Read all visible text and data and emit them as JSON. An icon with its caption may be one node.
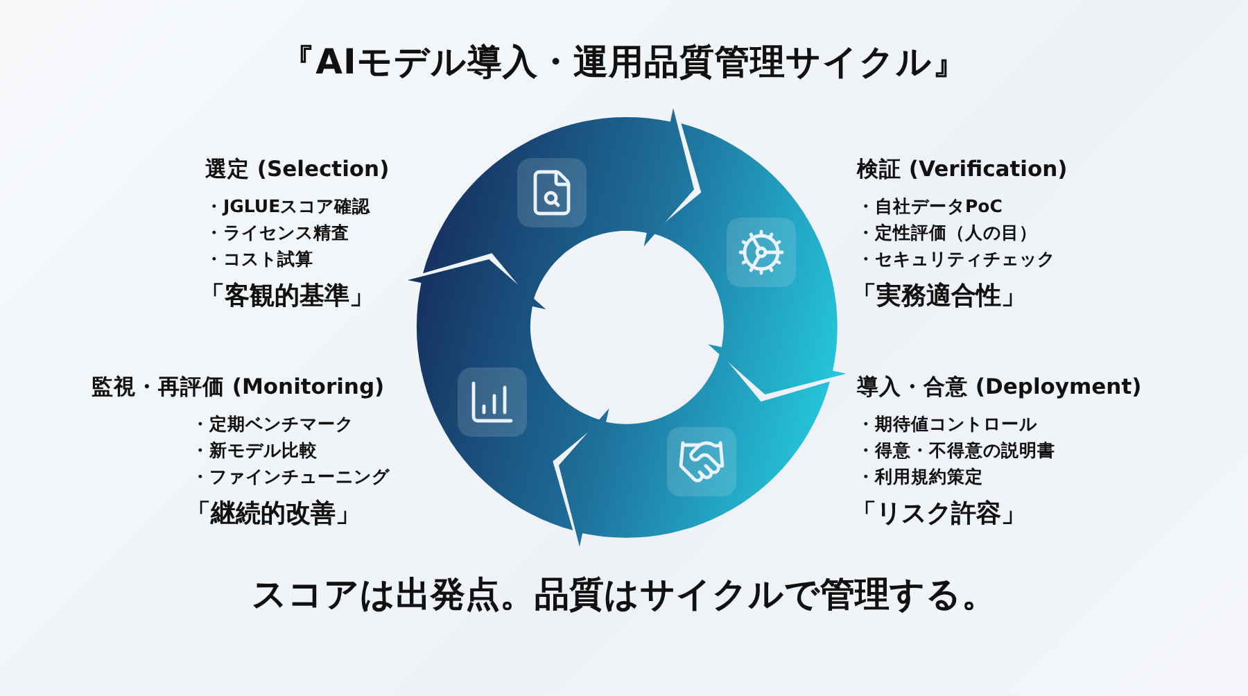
{
  "diagram": {
    "title": "『AIモデル導入・運用品質管理サイクル』",
    "nodes": [
      {
        "text": [
          "選定 (Selection)",
          "・JGLUEスコア確認",
          "・ライセンス精査",
          "・コスト試算",
          "「客観的基準」"
        ]
      },
      {
        "text": [
          "検証 (Verification)",
          "・自社データPoC",
          "・定性評価（人の目）",
          "・セキュリティチェック",
          "「実務適合性」"
        ]
      },
      {
        "text": [
          "導入・合意 (Deployment)",
          "・期待値コントロール",
          "・得意・不得意の説明書",
          "・利用規約策定",
          "「リスク許容」"
        ]
      },
      {
        "text": [
          "監視・再評価 (Monitoring)",
          "・定期ベンチマーク",
          "・新モデル比較",
          "・ファインチューニング",
          "「継続的改善」"
        ]
      },
      {
        "text": [],
        "shape": "arrow"
      },
      {
        "text": [],
        "shape": "arrow"
      },
      {
        "text": [],
        "shape": "arrow"
      },
      {
        "text": [],
        "shape": "arrow"
      }
    ],
    "labels": [
      "スコアは出発点。品質はサイクルで管理する。"
    ]
  }
}
